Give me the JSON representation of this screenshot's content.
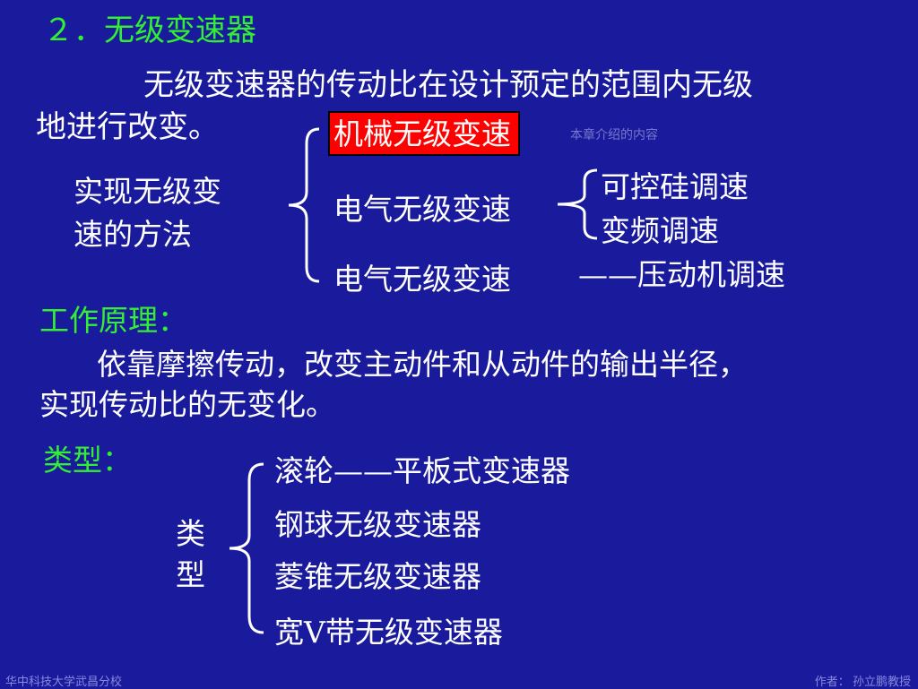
{
  "section_title": "２．无级变速器",
  "intro_line1": "无级变速器的传动比在设计预定的范围内无级",
  "intro_line2": "地进行改变。",
  "methods": {
    "label_line1": "实现无级变",
    "label_line2": "速的方法",
    "mechanical": "机械无级变速",
    "mechanical_note": "本章介绍的内容",
    "electric_1": "电气无级变速",
    "electric_sub_1": "可控硅调速",
    "electric_sub_2": "变频调速",
    "electric_2": "电气无级变速",
    "electric_2_note": "——压动机调速"
  },
  "principle": {
    "heading": "工作原理：",
    "line1": "依靠摩擦传动，改变主动件和从动件的输出半径，",
    "line2": "实现传动比的无变化。"
  },
  "types": {
    "heading": "类型：",
    "label_1": "类",
    "label_2": "型",
    "items": [
      "滚轮——平板式变速器",
      "钢球无级变速器",
      "菱锥无级变速器",
      "宽V带无级变速器"
    ]
  },
  "footer": {
    "left": "华中科技大学武昌分校",
    "right": "作者： 孙立鹏教授"
  },
  "colors": {
    "background": "#1a1a9c",
    "heading_green": "#33ee33",
    "highlight_red": "#ff0000"
  }
}
